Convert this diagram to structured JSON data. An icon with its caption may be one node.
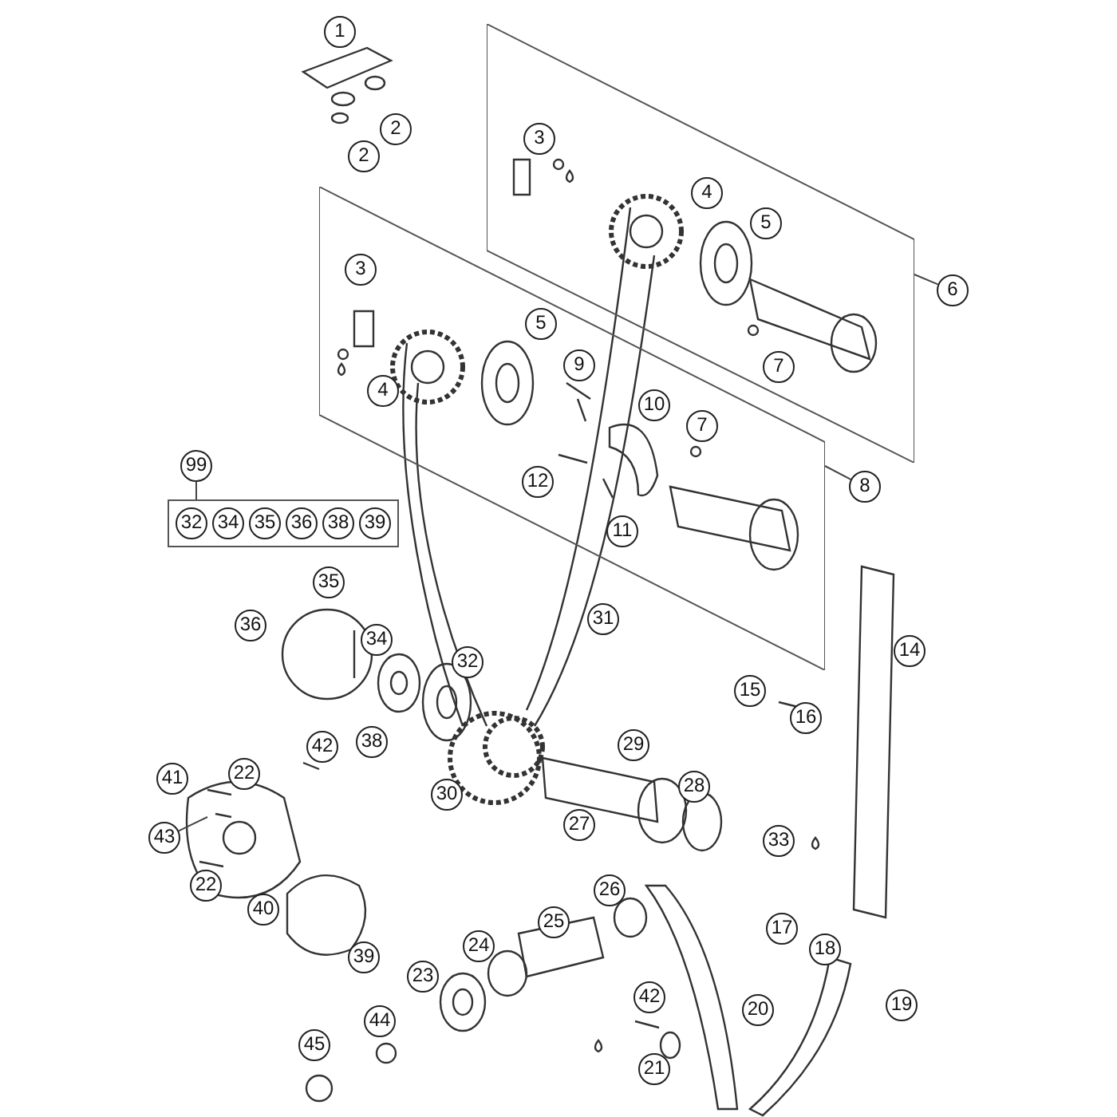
{
  "diagram": {
    "nodes": [
      {
        "text": [
          "1"
        ]
      },
      {
        "text": [
          "2"
        ]
      },
      {
        "text": [
          "2"
        ]
      },
      {
        "text": [],
        "shape": "box"
      },
      {
        "text": [
          "3"
        ],
        "in": 3
      },
      {
        "text": [
          "4"
        ],
        "in": 3
      },
      {
        "text": [
          "5"
        ],
        "in": 3
      },
      {
        "text": [
          "7"
        ],
        "in": 3
      },
      {
        "text": [
          "6"
        ]
      },
      {
        "text": [],
        "shape": "box"
      },
      {
        "text": [
          "3"
        ],
        "in": 9
      },
      {
        "text": [
          "5"
        ],
        "in": 9
      },
      {
        "text": [
          "9"
        ],
        "in": 9
      },
      {
        "text": [
          "4"
        ],
        "in": 9
      },
      {
        "text": [
          "10"
        ],
        "in": 9
      },
      {
        "text": [
          "7"
        ],
        "in": 9
      },
      {
        "text": [
          "12"
        ],
        "in": 9
      },
      {
        "text": [
          "11"
        ],
        "in": 9
      },
      {
        "text": [
          "8"
        ]
      },
      {
        "text": [
          "99"
        ]
      },
      {
        "text": [],
        "shape": "box"
      },
      {
        "text": [
          "32"
        ],
        "in": 20
      },
      {
        "text": [
          "34"
        ],
        "in": 20
      },
      {
        "text": [
          "35"
        ],
        "in": 20
      },
      {
        "text": [
          "36"
        ],
        "in": 20
      },
      {
        "text": [
          "38"
        ],
        "in": 20
      },
      {
        "text": [
          "39"
        ],
        "in": 20
      },
      {
        "text": [
          "43"
        ]
      },
      {
        "text": [
          "35"
        ]
      },
      {
        "text": [
          "31"
        ]
      },
      {
        "text": [
          "36"
        ]
      },
      {
        "text": [
          "34"
        ]
      },
      {
        "text": [
          "14"
        ]
      },
      {
        "text": [
          "32"
        ]
      },
      {
        "text": [
          "15"
        ]
      },
      {
        "text": [
          "16"
        ]
      },
      {
        "text": [
          "38"
        ]
      },
      {
        "text": [
          "42"
        ]
      },
      {
        "text": [
          "29"
        ]
      },
      {
        "text": [
          "22"
        ]
      },
      {
        "text": [
          "41"
        ]
      },
      {
        "text": [
          "28"
        ]
      },
      {
        "text": [
          "30"
        ]
      },
      {
        "text": [
          "27"
        ]
      },
      {
        "text": [
          "33"
        ]
      },
      {
        "text": [
          "22"
        ]
      },
      {
        "text": [
          "26"
        ]
      },
      {
        "text": [
          "40"
        ]
      },
      {
        "text": [
          "25"
        ]
      },
      {
        "text": [
          "17"
        ]
      },
      {
        "text": [
          "24"
        ]
      },
      {
        "text": [
          "18"
        ]
      },
      {
        "text": [
          "39"
        ]
      },
      {
        "text": [
          "23"
        ]
      },
      {
        "text": [
          "42"
        ]
      },
      {
        "text": [
          "19"
        ]
      },
      {
        "text": [
          "20"
        ]
      },
      {
        "text": [
          "44"
        ]
      },
      {
        "text": [
          "45"
        ]
      },
      {
        "text": [
          "21"
        ]
      }
    ],
    "edges": [
      {
        "from": 8,
        "to": 3,
        "arrow": "none"
      },
      {
        "from": 18,
        "to": 9,
        "arrow": "none"
      },
      {
        "from": 19,
        "to": 20,
        "arrow": "none"
      },
      {
        "from": 27,
        "to": null,
        "arrow": "none"
      }
    ]
  }
}
